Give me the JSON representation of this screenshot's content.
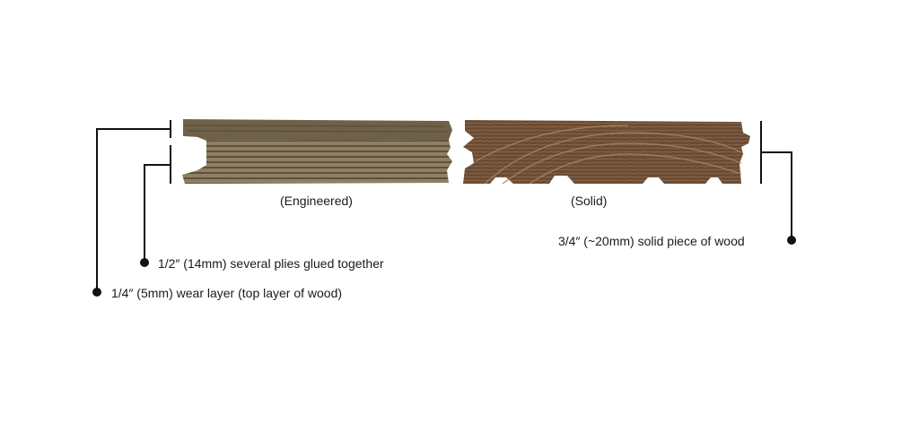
{
  "boards": {
    "engineered": {
      "caption": "(Engineered)"
    },
    "solid": {
      "caption": "(Solid)"
    }
  },
  "callouts": {
    "plies": "1/2″ (14mm) several plies glued together",
    "wear_layer": "1/4″ (5mm) wear layer (top layer of wood)",
    "solid_piece": "3/4″ (~20mm) solid piece of wood"
  },
  "colors": {
    "line": "#111111",
    "engineered_top": "#6f6048",
    "engineered_core_light": "#8f7f63",
    "engineered_core_dark": "#5e513c",
    "solid_wood": "#6b4a33",
    "solid_rings": "#a48766"
  }
}
